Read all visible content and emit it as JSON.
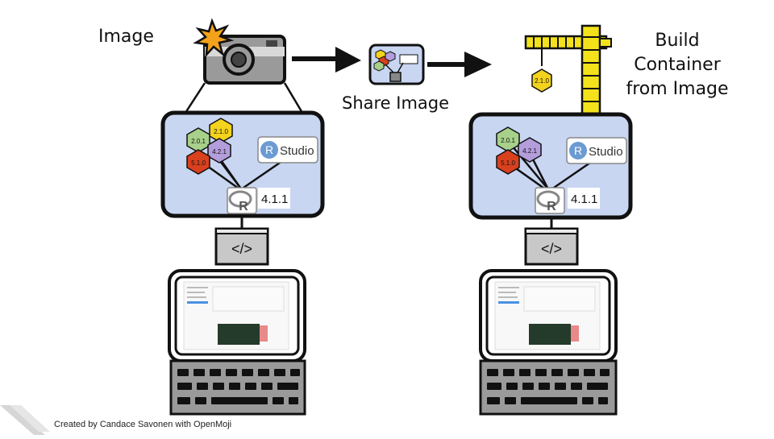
{
  "labels": {
    "image": "Image",
    "share": "Share Image",
    "build": "Build Container from Image",
    "credit": "Created by Candace Savonen with OpenMoji"
  },
  "packages": {
    "left": [
      "2.1.0",
      "2.0.1",
      "4.2.1",
      "5.1.0"
    ],
    "right": [
      "2.0.1",
      "4.2.1",
      "5.1.0"
    ],
    "crane_hook": "2.1.0"
  },
  "r_version": "4.1.1",
  "rstudio_logo_letter": "R",
  "rstudio_logo_text": "Studio",
  "code_symbol": "</>",
  "icons": {
    "camera": "camera-icon",
    "crane": "crane-icon",
    "arrow": "arrow-right-icon",
    "computer": "computer-icon",
    "keyboard": "keyboard-icon",
    "r_logo": "r-logo-icon"
  },
  "colors": {
    "container_fill": "#c9d6f2",
    "outline": "#111111",
    "camera_body": "#9a9a9a",
    "flash": "#f4a21b",
    "crane": "#f3e21b",
    "pkg_yellow": "#f3d31b",
    "pkg_green": "#a7d08a",
    "pkg_purple": "#b39ddb",
    "pkg_red": "#d9401e"
  }
}
